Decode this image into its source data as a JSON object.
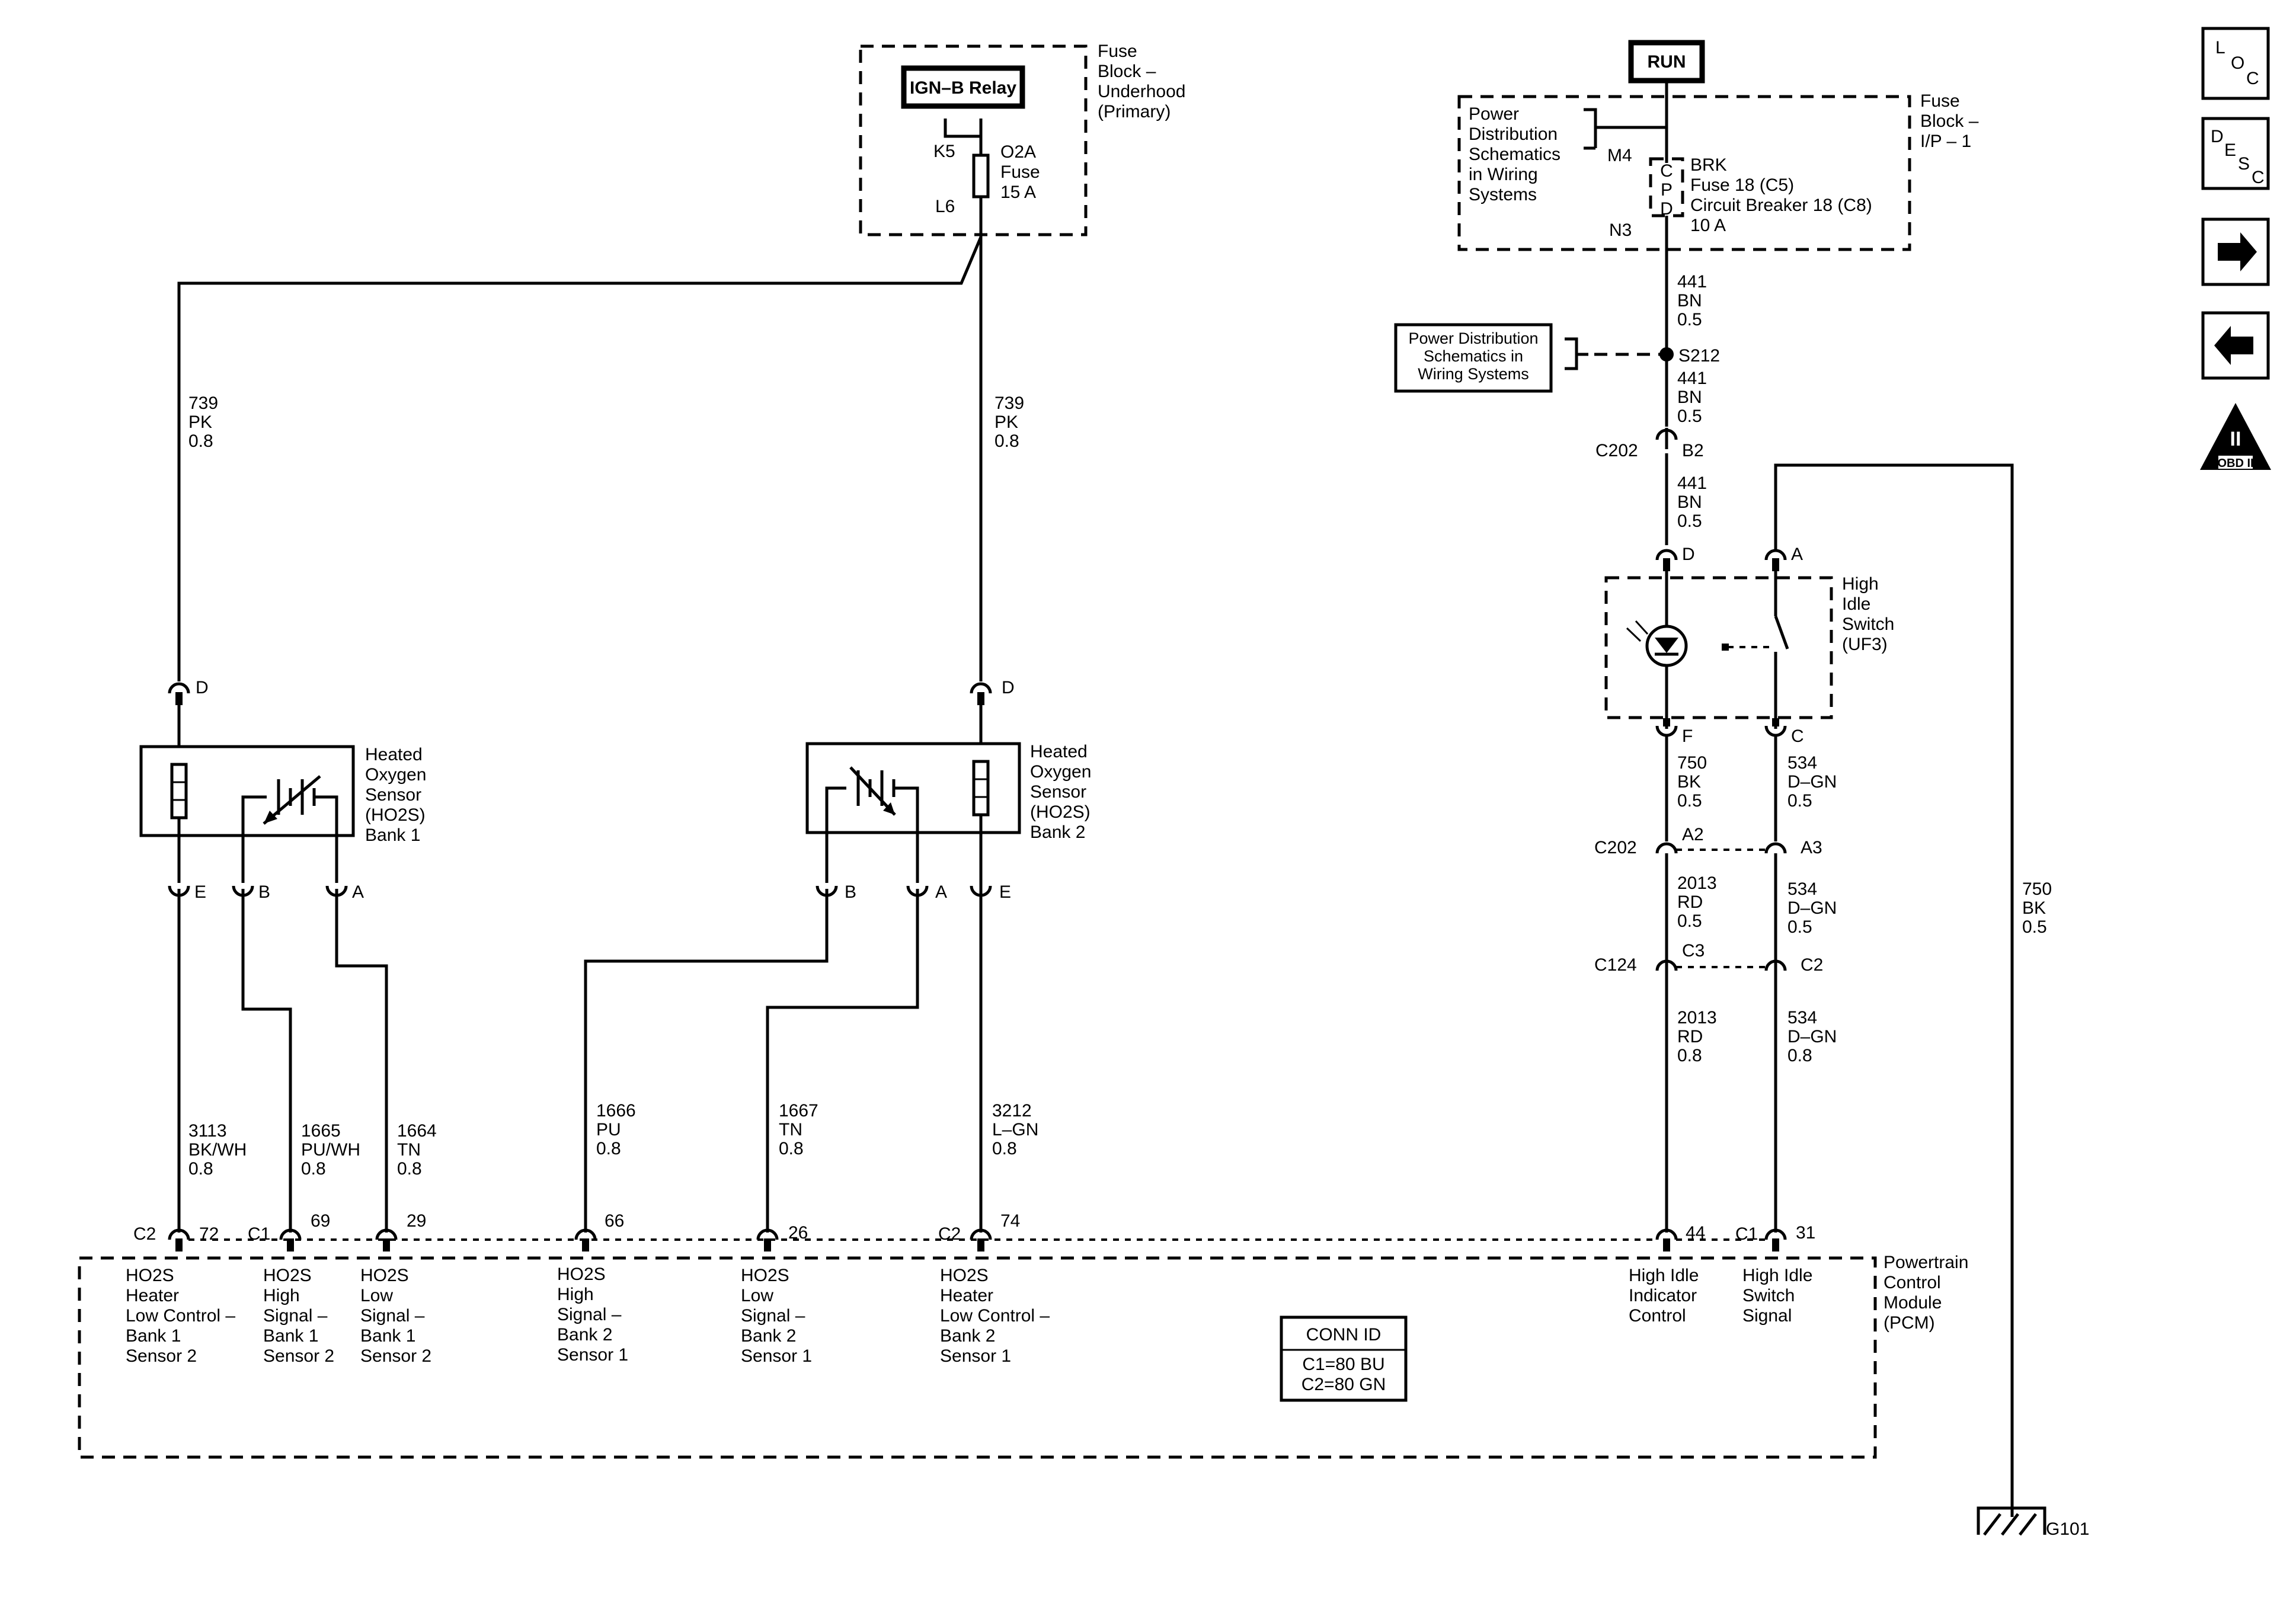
{
  "top": {
    "ign_relay": "IGN–B Relay",
    "k5": "K5",
    "l6": "L6",
    "fuse_lines": [
      "O2A",
      "Fuse",
      "15 A"
    ],
    "fuse_block_underhood": [
      "Fuse",
      "Block –",
      "Underhood",
      "(Primary)"
    ],
    "run": "RUN",
    "power_dist": [
      "Power",
      "Distribution",
      "Schematics",
      "in Wiring",
      "Systems"
    ],
    "m4": "M4",
    "n3": "N3",
    "cpd": [
      "C",
      "P",
      "D"
    ],
    "brk_lines": [
      "BRK",
      "Fuse 18 (C5)",
      "Circuit Breaker 18 (C8)",
      "10 A"
    ],
    "fuse_block_ip": [
      "Fuse",
      "Block –",
      "I/P – 1"
    ],
    "power_dist_box": [
      "Power Distribution",
      "Schematics in",
      "Wiring  Systems"
    ],
    "s212": "S212",
    "c202": "C202",
    "b2": "B2"
  },
  "wires": {
    "w739_left": [
      "739",
      "PK",
      "0.8"
    ],
    "w739_right": [
      "739",
      "PK",
      "0.8"
    ],
    "w441_a": [
      "441",
      "BN",
      "0.5"
    ],
    "w441_b": [
      "441",
      "BN",
      "0.5"
    ],
    "w441_c": [
      "441",
      "BN",
      "0.5"
    ],
    "w750_f": [
      "750",
      "BK",
      "0.5"
    ],
    "w534_c": [
      "534",
      "D–GN",
      "0.5"
    ],
    "w2013_a": [
      "2013",
      "RD",
      "0.5"
    ],
    "w534_a3": [
      "534",
      "D–GN",
      "0.5"
    ],
    "w2013_b": [
      "2013",
      "RD",
      "0.8"
    ],
    "w534_c2": [
      "534",
      "D–GN",
      "0.8"
    ],
    "w750_ground": [
      "750",
      "BK",
      "0.5"
    ],
    "w3113": [
      "3113",
      "BK/WH",
      "0.8"
    ],
    "w1665": [
      "1665",
      "PU/WH",
      "0.8"
    ],
    "w1664": [
      "1664",
      "TN",
      "0.8"
    ],
    "w1666": [
      "1666",
      "PU",
      "0.8"
    ],
    "w1667": [
      "1667",
      "TN",
      "0.8"
    ],
    "w3212": [
      "3212",
      "L–GN",
      "0.8"
    ]
  },
  "sensors": {
    "bank1": [
      "Heated",
      "Oxygen",
      "Sensor",
      "(HO2S)",
      "Bank 1"
    ],
    "bank2": [
      "Heated",
      "Oxygen",
      "Sensor",
      "(HO2S)",
      "Bank 2"
    ]
  },
  "pins": {
    "D": "D",
    "E": "E",
    "B": "B",
    "A": "A",
    "F": "F",
    "C": "C",
    "A2": "A2",
    "A3": "A3",
    "C3": "C3",
    "C2": "C2",
    "C124": "C124",
    "C202": "C202",
    "c2_label": "C2",
    "c1_label": "C1",
    "p72": "72",
    "p69": "69",
    "p29": "29",
    "p66": "66",
    "p26": "26",
    "p74": "74",
    "p44": "44",
    "p31": "31"
  },
  "switch": [
    "High",
    "Idle",
    "Switch",
    "(UF3)"
  ],
  "pcm": {
    "labels": [
      [
        "HO2S",
        "Heater",
        "Low Control –",
        "Bank 1",
        "Sensor 2"
      ],
      [
        "HO2S",
        "High",
        "Signal –",
        "Bank 1",
        "Sensor 2"
      ],
      [
        "HO2S",
        "Low",
        "Signal –",
        "Bank 1",
        "Sensor 2"
      ],
      [
        "HO2S",
        "High",
        "Signal –",
        "Bank 2",
        "Sensor 1"
      ],
      [
        "HO2S",
        "Low",
        "Signal –",
        "Bank 2",
        "Sensor 1"
      ],
      [
        "HO2S",
        "Heater",
        "Low Control –",
        "Bank 2",
        "Sensor 1"
      ],
      [
        "High Idle",
        "Indicator",
        "Control"
      ],
      [
        "High Idle",
        "Switch",
        "Signal"
      ]
    ],
    "module": [
      "Powertrain",
      "Control",
      "Module",
      "(PCM)"
    ],
    "conn_id": "CONN ID",
    "conn_c1": "C1=80 BU",
    "conn_c2": "C2=80 GN"
  },
  "ground": "G101",
  "nav": {
    "loc": [
      "L",
      "O",
      "C"
    ],
    "desc": [
      "D",
      "E",
      "S",
      "C"
    ],
    "obd_numeral": "II",
    "obd": "OBD II"
  }
}
